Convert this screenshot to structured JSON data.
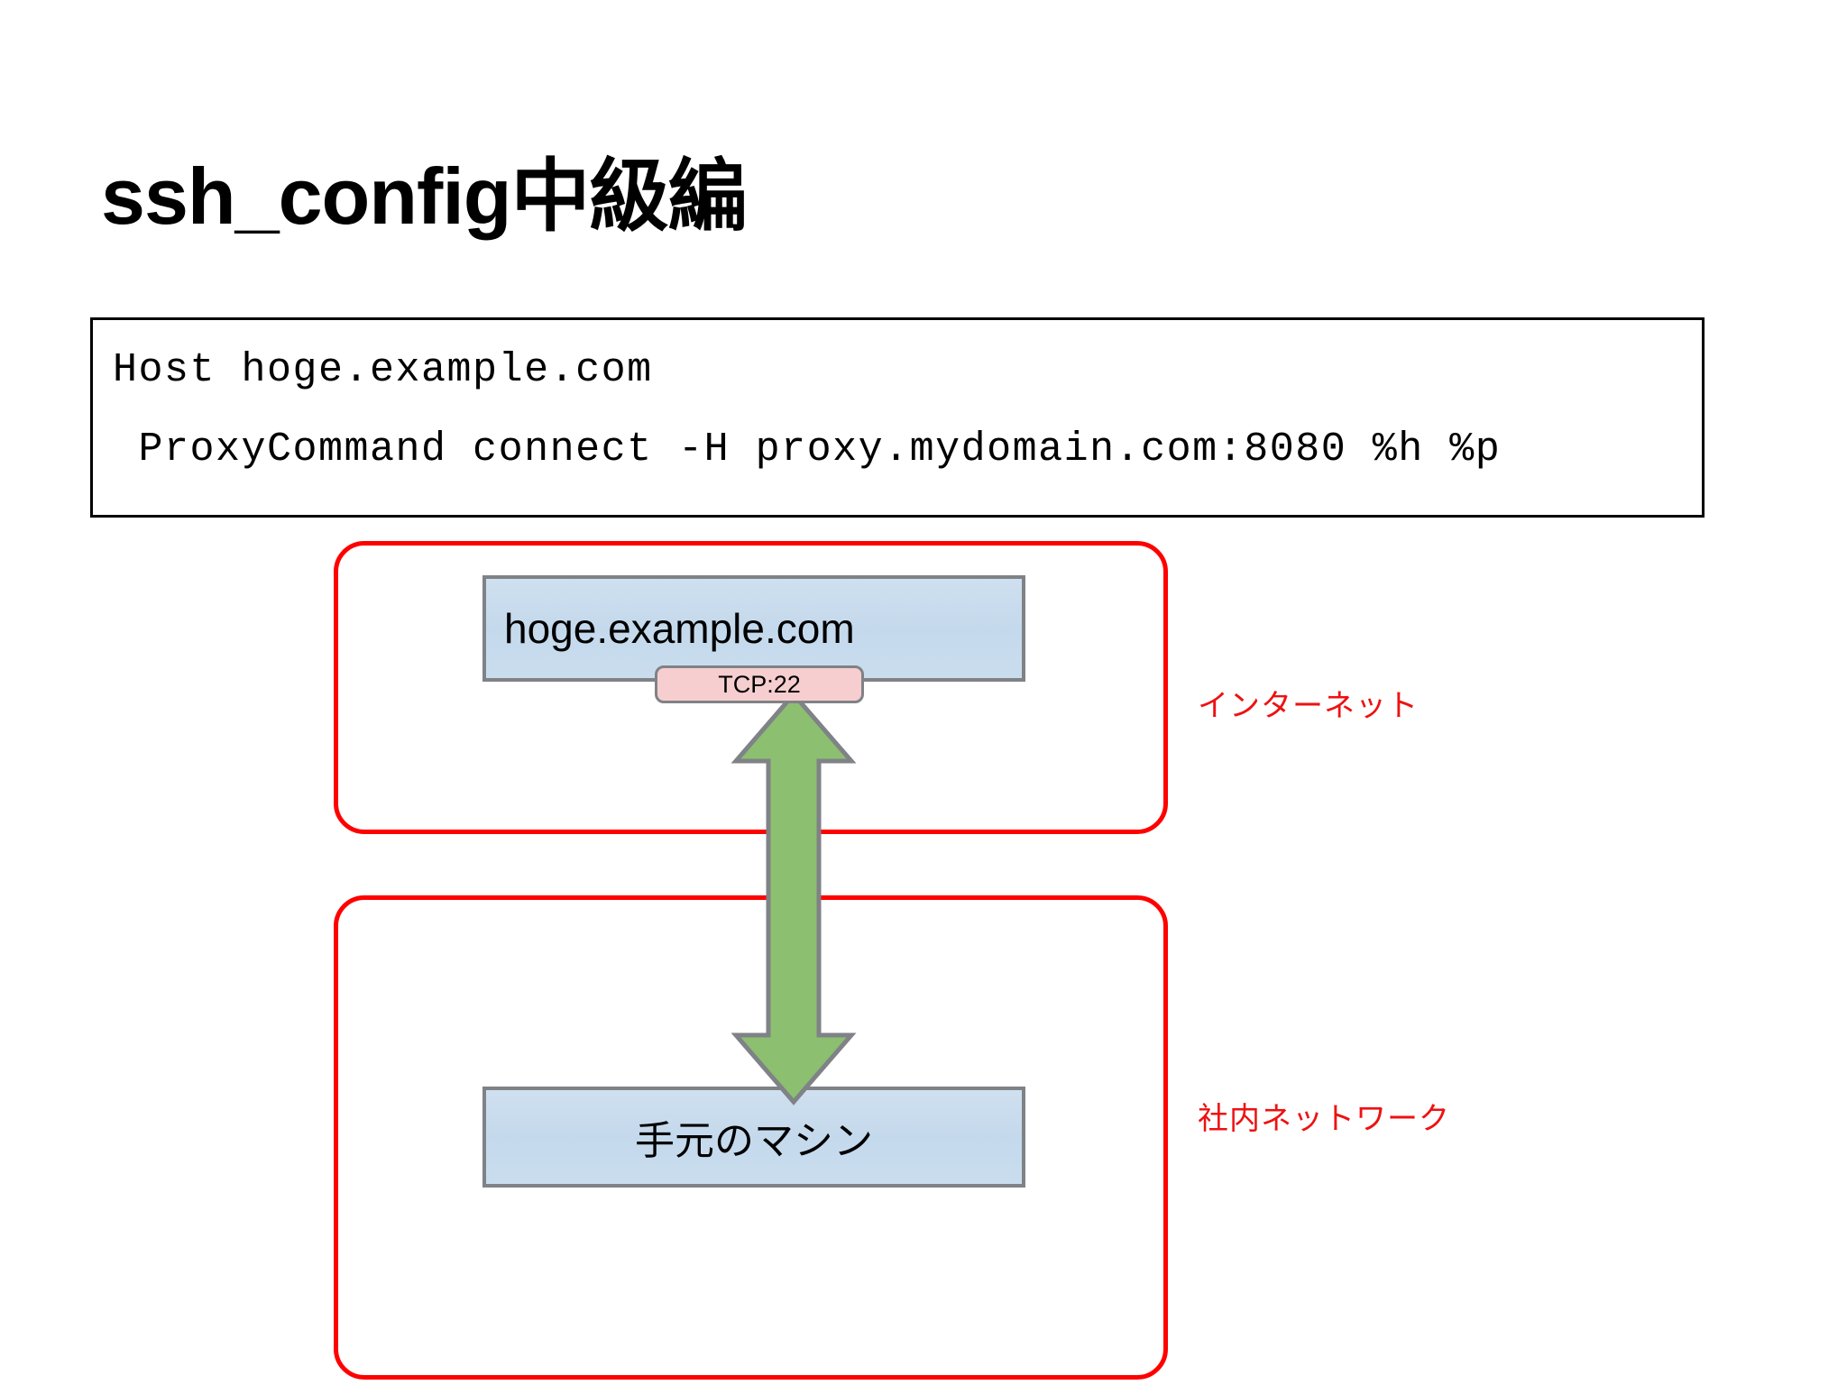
{
  "slide": {
    "title": "ssh_config中級編"
  },
  "code_block": {
    "lines": [
      "Host hoge.example.com",
      " ProxyCommand connect -H proxy.mydomain.com:8080 %h %p"
    ]
  },
  "diagram": {
    "zones": [
      {
        "id": "internet",
        "label": "インターネット",
        "color": "#ff0000"
      },
      {
        "id": "intranet",
        "label": "社内ネットワーク",
        "color": "#ff0000"
      }
    ],
    "nodes": [
      {
        "id": "remote-host",
        "label": "hoge.example.com",
        "fill": "#c9ddee",
        "stroke": "#7f8286"
      },
      {
        "id": "local-machine",
        "label": "手元のマシン",
        "fill": "#c9ddee",
        "stroke": "#7f8286"
      }
    ],
    "port_badge": {
      "label": "TCP:22",
      "fill": "#f6ced0",
      "stroke": "#7f8286"
    },
    "connection": {
      "icon": "double-arrow-vertical-icon",
      "fill": "#8cbf70",
      "stroke": "#7f8286"
    }
  }
}
